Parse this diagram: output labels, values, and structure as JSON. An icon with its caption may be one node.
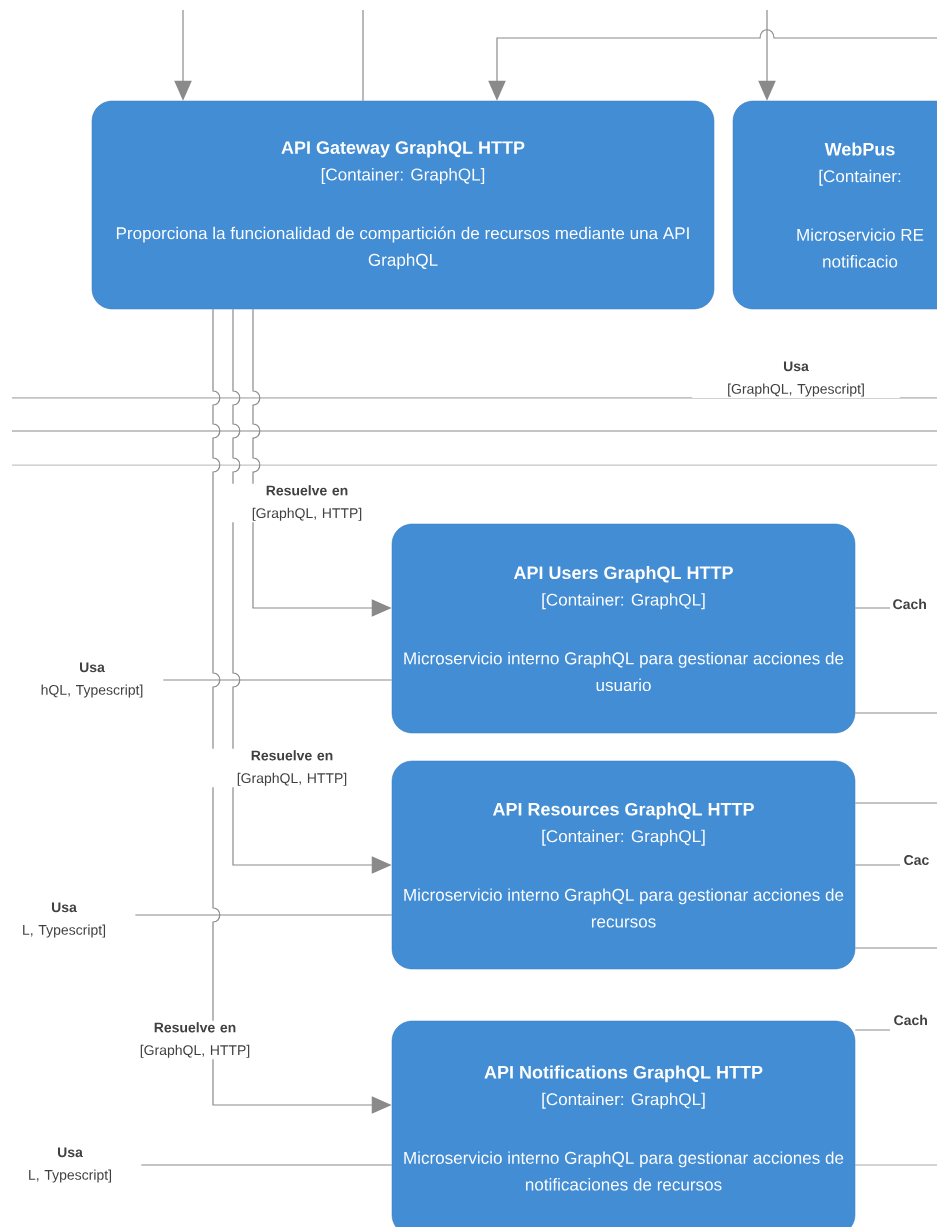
{
  "diagram": {
    "nodes": [
      {
        "text": [
          "API Gateway GraphQL HTTP",
          "[Container: GraphQL]",
          "Proporciona la funcionalidad de compartición de recursos mediante una API GraphQL"
        ]
      },
      {
        "text": [
          "WebPus",
          "[Container:",
          "Microservicio RE notificacio"
        ]
      },
      {
        "text": [
          "API Users GraphQL HTTP",
          "[Container: GraphQL]",
          "Microservicio interno GraphQL para gestionar acciones de usuario"
        ]
      },
      {
        "text": [
          "API Resources GraphQL HTTP",
          "[Container: GraphQL]",
          "Microservicio interno GraphQL para gestionar acciones de recursos"
        ]
      },
      {
        "text": [
          "API Notifications GraphQL HTTP",
          "[Container: GraphQL]",
          "Microservicio interno GraphQL para gestionar acciones de notificaciones de recursos"
        ]
      }
    ],
    "edges": [
      {
        "from": null,
        "to": 0,
        "arrow": "to"
      },
      {
        "from": 0,
        "to": null,
        "arrow": "none"
      },
      {
        "from": null,
        "to": 0,
        "arrow": "to"
      },
      {
        "from": null,
        "to": 1,
        "arrow": "to"
      },
      {
        "from": 0,
        "to": 2,
        "arrow": "to",
        "label": "**Resuelve en** [GraphQL, HTTP]"
      },
      {
        "from": 0,
        "to": 3,
        "arrow": "to",
        "label": "**Resuelve en** [GraphQL, HTTP]"
      },
      {
        "from": 0,
        "to": 4,
        "arrow": "to",
        "label": "**Resuelve en** [GraphQL, HTTP]"
      },
      {
        "from": 2,
        "to": null,
        "arrow": "none",
        "label": "**Usa** hQL, Typescript]"
      },
      {
        "from": 3,
        "to": null,
        "arrow": "none",
        "label": "**Usa** L, Typescript]"
      },
      {
        "from": 4,
        "to": null,
        "arrow": "none",
        "label": "**Usa** L, Typescript]"
      },
      {
        "from": 2,
        "to": null,
        "arrow": "none",
        "label": "Cach"
      },
      {
        "from": 2,
        "to": null,
        "arrow": "none"
      },
      {
        "from": 3,
        "to": null,
        "arrow": "none"
      },
      {
        "from": 3,
        "to": null,
        "arrow": "none",
        "label": "Cac"
      },
      {
        "from": 3,
        "to": null,
        "arrow": "none"
      },
      {
        "from": 4,
        "to": null,
        "arrow": "none",
        "label": "Cach"
      },
      {
        "from": 4,
        "to": null,
        "arrow": "none"
      }
    ],
    "labels": [
      "**Usa** [GraphQL, Typescript]"
    ]
  }
}
